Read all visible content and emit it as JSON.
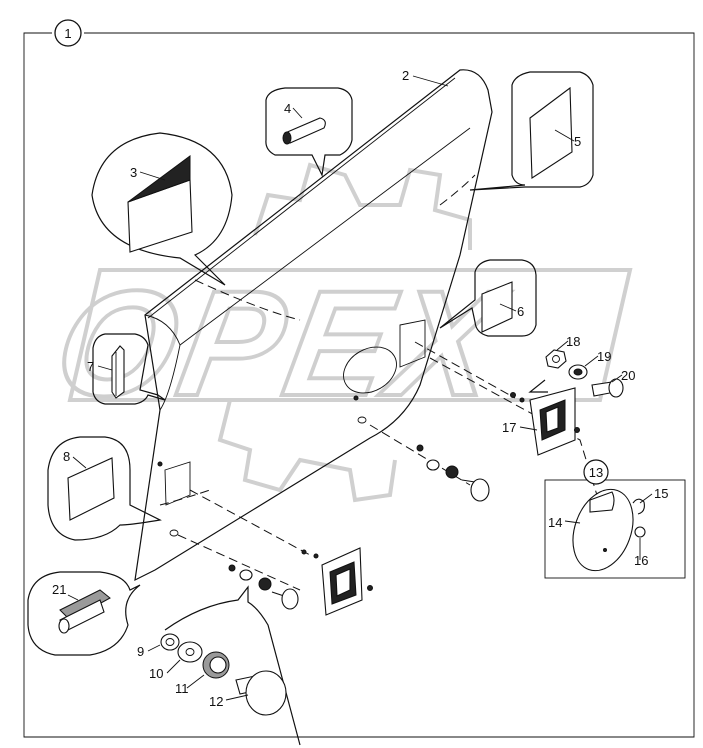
{
  "diagram": {
    "group_number": "1",
    "subgroup_number": "13",
    "watermark_text": "OPEX",
    "callouts": [
      {
        "id": "2",
        "label": "2"
      },
      {
        "id": "3",
        "label": "3"
      },
      {
        "id": "4",
        "label": "4"
      },
      {
        "id": "5",
        "label": "5"
      },
      {
        "id": "6",
        "label": "6"
      },
      {
        "id": "7",
        "label": "7"
      },
      {
        "id": "8",
        "label": "8"
      },
      {
        "id": "9",
        "label": "9"
      },
      {
        "id": "10",
        "label": "10"
      },
      {
        "id": "11",
        "label": "11"
      },
      {
        "id": "12",
        "label": "12"
      },
      {
        "id": "14",
        "label": "14"
      },
      {
        "id": "15",
        "label": "15"
      },
      {
        "id": "16",
        "label": "16"
      },
      {
        "id": "17",
        "label": "17"
      },
      {
        "id": "18",
        "label": "18"
      },
      {
        "id": "19",
        "label": "19"
      },
      {
        "id": "20",
        "label": "20"
      },
      {
        "id": "21",
        "label": "21"
      }
    ]
  }
}
